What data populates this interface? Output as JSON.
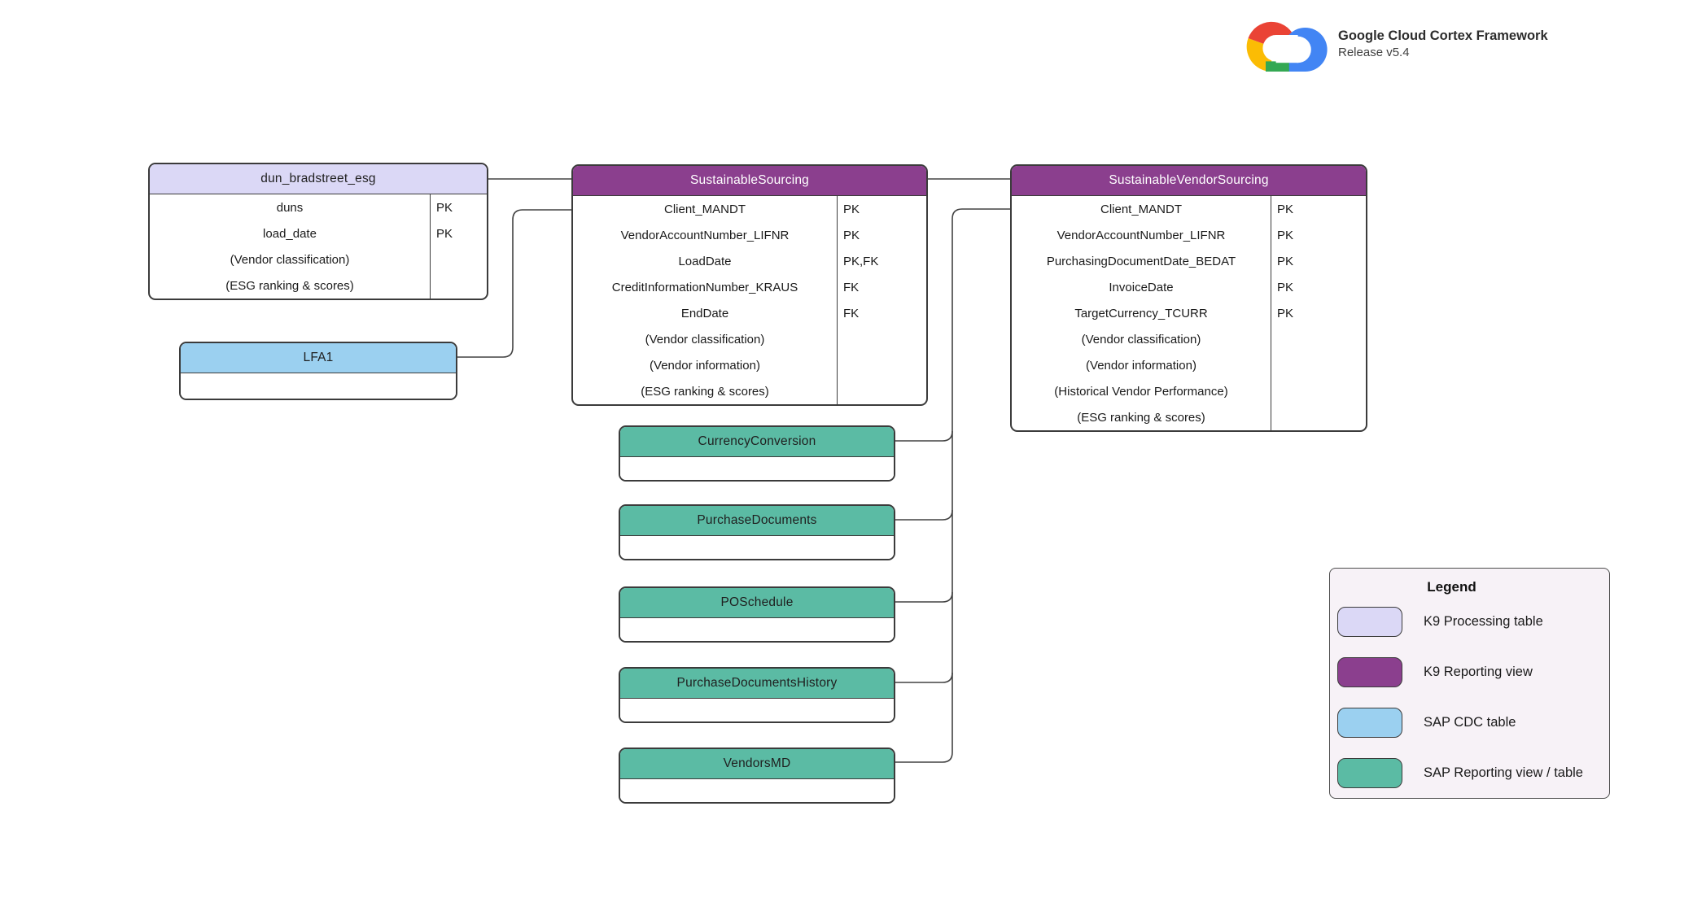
{
  "header": {
    "title": "Google Cloud Cortex Framework",
    "release": "Release v5.4"
  },
  "entities": {
    "dun_bradstreet_esg": {
      "title": "dun_bradstreet_esg",
      "type": "K9 Processing table",
      "rows": [
        {
          "field": "duns",
          "key": "PK"
        },
        {
          "field": "load_date",
          "key": "PK"
        },
        {
          "field": "(Vendor classification)",
          "key": ""
        },
        {
          "field": "(ESG ranking & scores)",
          "key": ""
        }
      ]
    },
    "lfa1": {
      "title": "LFA1",
      "type": "SAP CDC table",
      "rows": []
    },
    "sustainable_sourcing": {
      "title": "SustainableSourcing",
      "type": "K9 Reporting view",
      "rows": [
        {
          "field": "Client_MANDT",
          "key": "PK"
        },
        {
          "field": "VendorAccountNumber_LIFNR",
          "key": "PK"
        },
        {
          "field": "LoadDate",
          "key": "PK,FK"
        },
        {
          "field": "CreditInformationNumber_KRAUS",
          "key": "FK"
        },
        {
          "field": "EndDate",
          "key": "FK"
        },
        {
          "field": "(Vendor classification)",
          "key": ""
        },
        {
          "field": "(Vendor information)",
          "key": ""
        },
        {
          "field": "(ESG ranking & scores)",
          "key": ""
        }
      ]
    },
    "sustainable_vendor_sourcing": {
      "title": "SustainableVendorSourcing",
      "type": "K9 Reporting view",
      "rows": [
        {
          "field": "Client_MANDT",
          "key": "PK"
        },
        {
          "field": "VendorAccountNumber_LIFNR",
          "key": "PK"
        },
        {
          "field": "PurchasingDocumentDate_BEDAT",
          "key": "PK"
        },
        {
          "field": "InvoiceDate",
          "key": "PK"
        },
        {
          "field": "TargetCurrency_TCURR",
          "key": "PK"
        },
        {
          "field": "(Vendor classification)",
          "key": ""
        },
        {
          "field": "(Vendor information)",
          "key": ""
        },
        {
          "field": "(Historical Vendor Performance)",
          "key": ""
        },
        {
          "field": "(ESG ranking & scores)",
          "key": ""
        }
      ]
    },
    "currency_conversion": {
      "title": "CurrencyConversion",
      "type": "SAP Reporting view / table",
      "rows": []
    },
    "purchase_documents": {
      "title": "PurchaseDocuments",
      "type": "SAP Reporting view / table",
      "rows": []
    },
    "po_schedule": {
      "title": "POSchedule",
      "type": "SAP Reporting view / table",
      "rows": []
    },
    "purchase_documents_history": {
      "title": "PurchaseDocumentsHistory",
      "type": "SAP Reporting view / table",
      "rows": []
    },
    "vendors_md": {
      "title": "VendorsMD",
      "type": "SAP Reporting view / table",
      "rows": []
    }
  },
  "legend": {
    "title": "Legend",
    "items": [
      {
        "label": "K9 Processing table",
        "color": "#DBD8F6"
      },
      {
        "label": "K9 Reporting view",
        "color": "#8B3F8E"
      },
      {
        "label": "SAP CDC table",
        "color": "#9BD0F0"
      },
      {
        "label": "SAP Reporting view / table",
        "color": "#5BBBA4"
      }
    ]
  }
}
